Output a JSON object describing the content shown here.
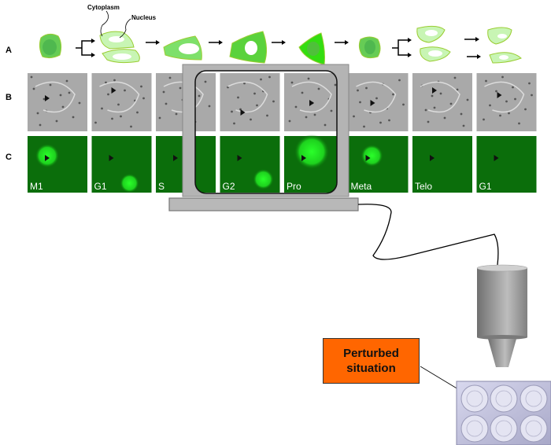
{
  "row_labels": {
    "a": "A",
    "b": "B",
    "c": "C"
  },
  "annotations": {
    "cytoplasm": "Cytoplasm",
    "nucleus": "Nucleus"
  },
  "phases": [
    "M1",
    "G1",
    "S",
    "G2",
    "Pro",
    "Meta",
    "Telo",
    "G1"
  ],
  "callout": {
    "line1": "Perturbed",
    "line2": "situation"
  },
  "colors": {
    "callout": "#ff6600",
    "fluorescence": "#0a7a0a",
    "cell_light": "#c8f5b4",
    "cell_dark": "#5ad23c"
  }
}
